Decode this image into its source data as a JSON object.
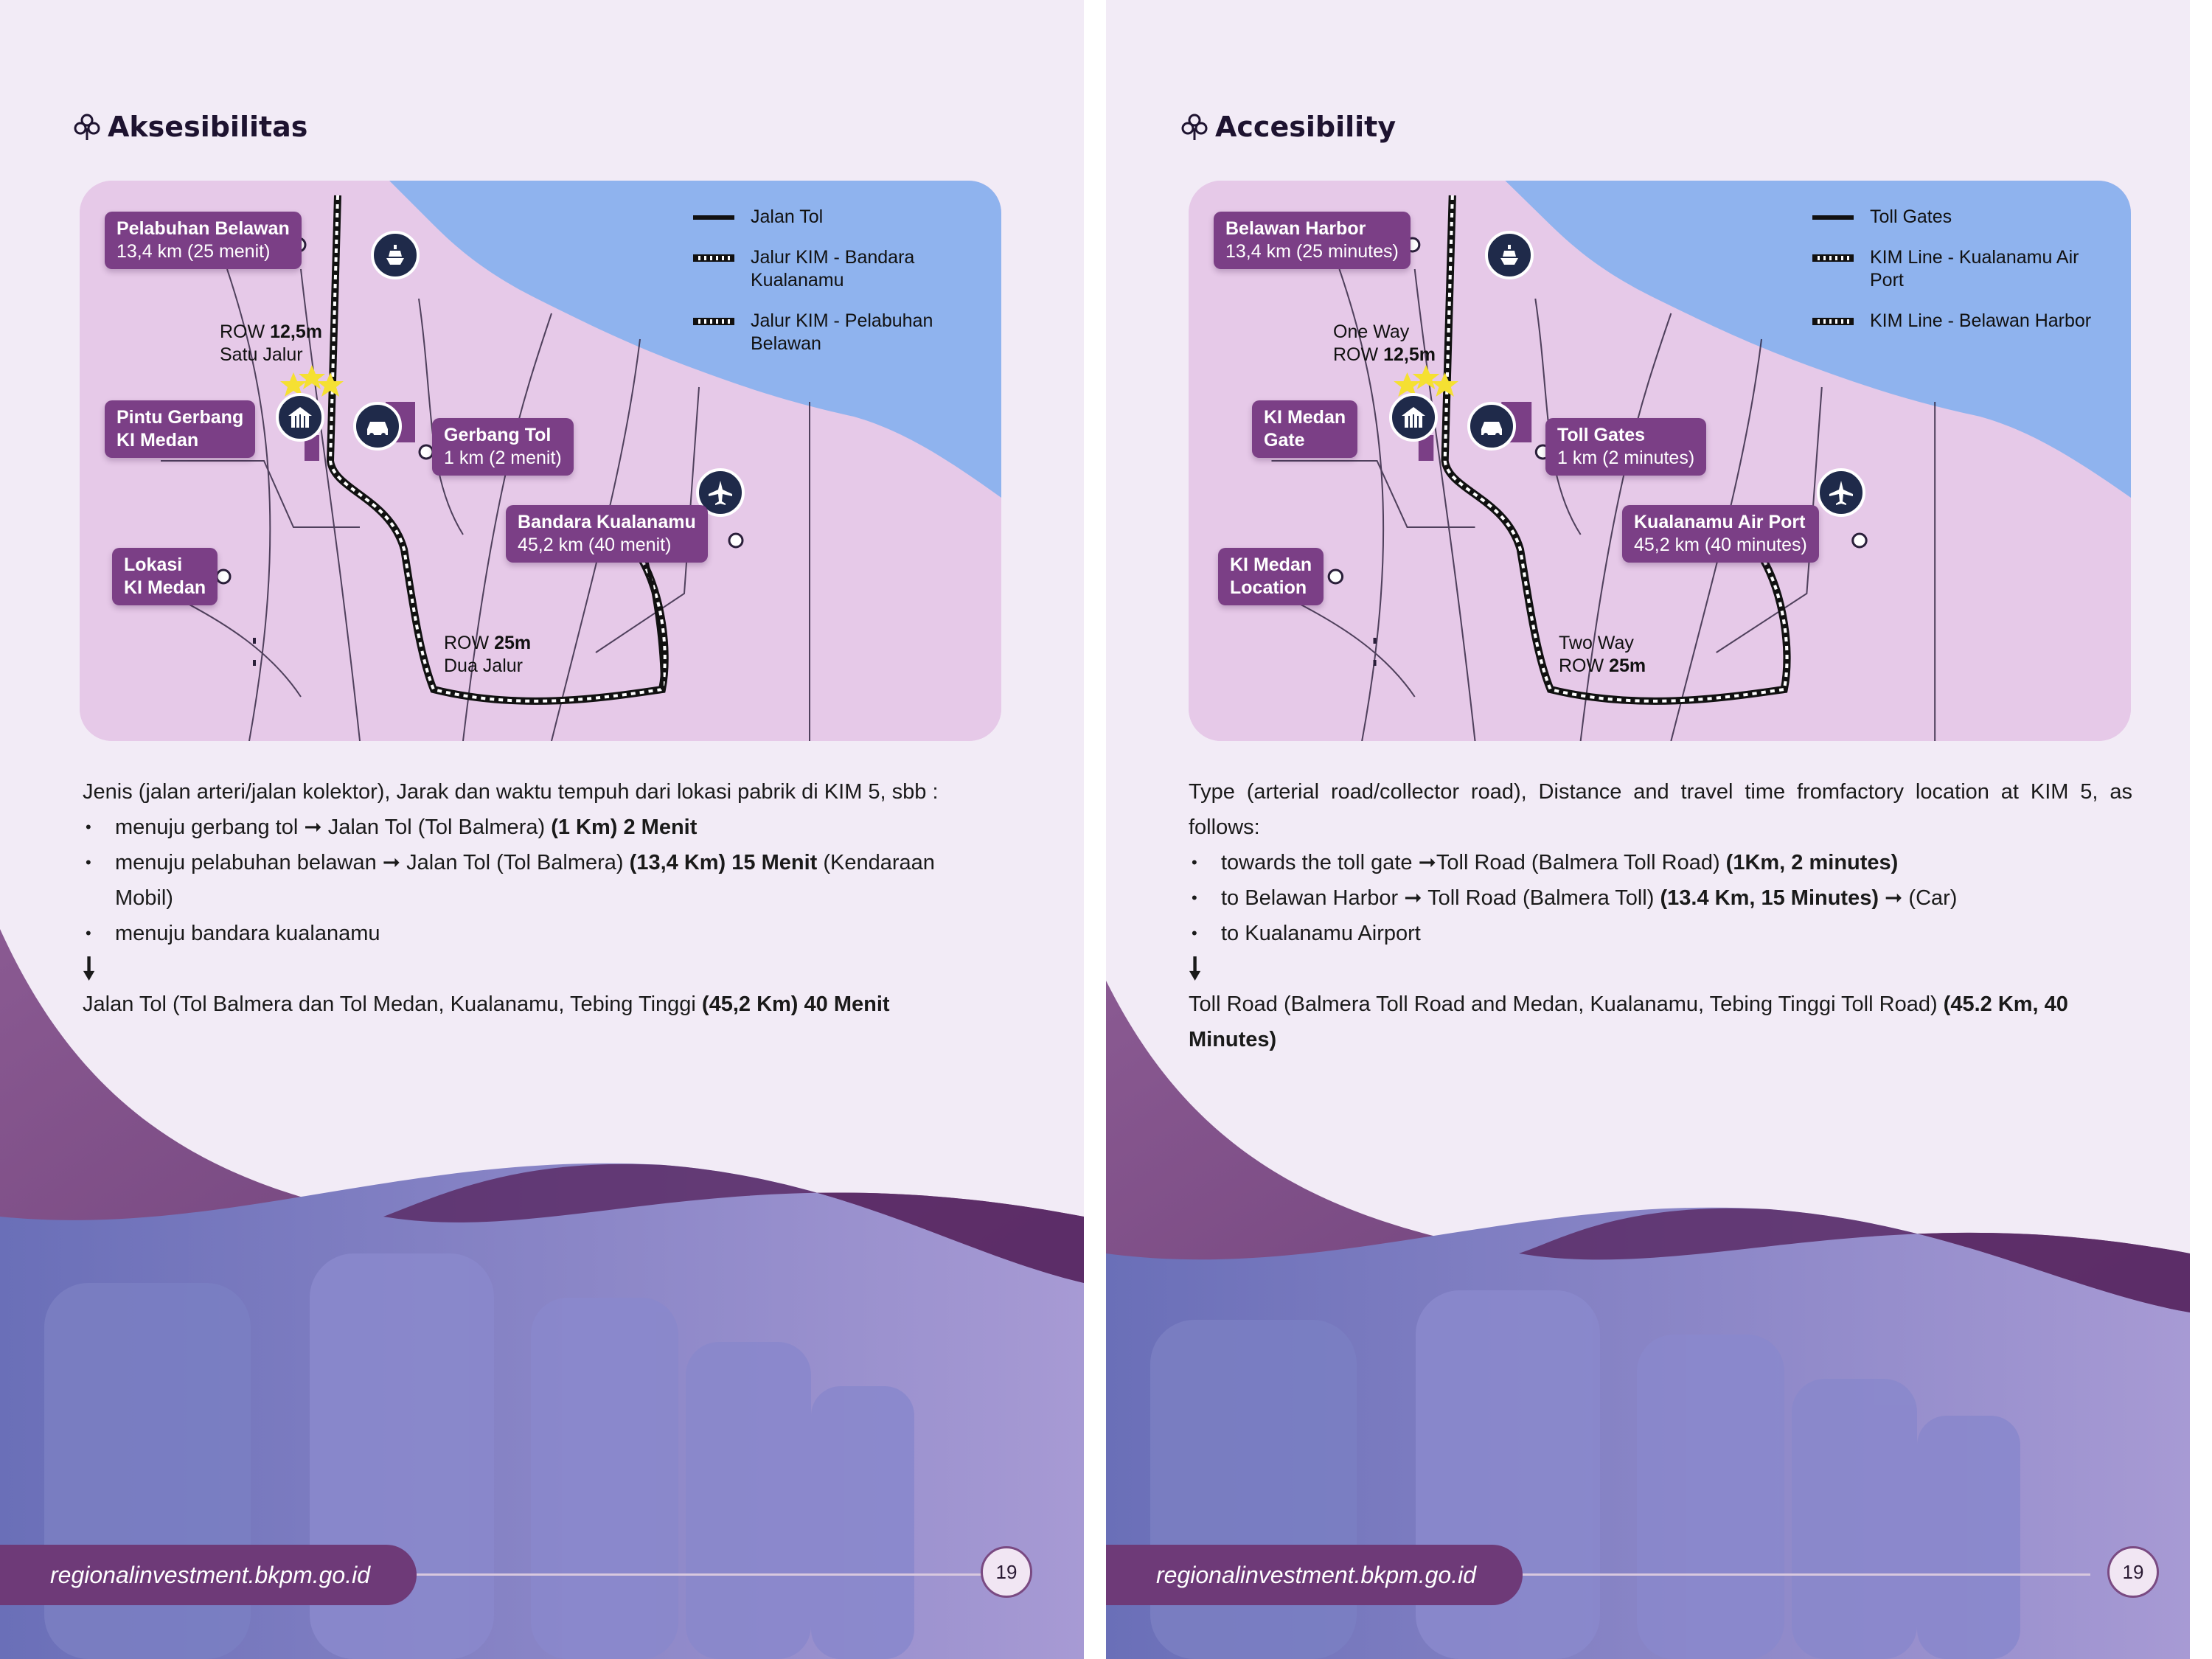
{
  "colors": {
    "page_bg": "#f2ebf6",
    "label_purple": "#7b3f86",
    "sea_blue": "#8fb3ee",
    "land": "#e6c9e8",
    "icon_navy": "#1f2a4a",
    "footer_purple": "#6e3a78"
  },
  "left": {
    "title": "Aksesibilitas",
    "legend": {
      "toll": "Jalan Tol",
      "kim_airport": "Jalur KIM - Bandara Kualanamu",
      "kim_harbor": "Jalur KIM - Pelabuhan Belawan"
    },
    "labels": {
      "harbor": {
        "name": "Pelabuhan Belawan",
        "dist": "13,4 km (25 menit)"
      },
      "gate": {
        "name": "Pintu Gerbang",
        "name2": "KI Medan"
      },
      "location": {
        "name": "Lokasi",
        "name2": "KI Medan"
      },
      "tollgate": {
        "name": "Gerbang Tol",
        "dist": "1 km (2 menit)"
      },
      "airport": {
        "name": "Bandara Kualanamu",
        "dist": "45,2 km (40 menit)"
      }
    },
    "row1": {
      "l1a": "ROW",
      "l1b": "12,5m",
      "l2a": "Satu Jalur",
      "l2b": ""
    },
    "row2": {
      "l1a": "ROW",
      "l1b": "25m",
      "l2a": "Dua Jalur",
      "l2b": ""
    },
    "intro": "Jenis (jalan arteri/jalan kolektor), Jarak dan waktu tempuh dari lokasi pabrik di KIM 5, sbb :",
    "bullets": [
      {
        "a": "menuju gerbang tol ",
        "arrow": "➞",
        "b": " Jalan Tol (Tol Balmera) ",
        "bold": "(1 Km) 2 Menit",
        "c": ""
      },
      {
        "a": "menuju pelabuhan belawan ",
        "arrow": "➞",
        "b": " Jalan Tol (Tol Balmera) ",
        "bold": "(13,4 Km) 15 Menit",
        "c": " (Kendaraan Mobil)"
      },
      {
        "a": "menuju bandara kualanamu",
        "arrow": "",
        "b": "",
        "bold": "",
        "c": ""
      }
    ],
    "down": "🠗",
    "closing": "Jalan Tol (Tol Balmera dan Tol Medan, Kualanamu, Tebing Tinggi ",
    "closing_bold": " (45,2 Km) 40 Menit",
    "footer": "regionalinvestment.bkpm.go.id",
    "page": "19"
  },
  "right": {
    "title": "Accesibility",
    "legend": {
      "toll": "Toll Gates",
      "kim_airport": "KIM Line - Kualanamu Air Port",
      "kim_harbor": "KIM Line - Belawan Harbor"
    },
    "labels": {
      "harbor": {
        "name": "Belawan Harbor",
        "dist": "13,4 km (25 minutes)"
      },
      "gate": {
        "name": "KI Medan",
        "name2": "Gate"
      },
      "location": {
        "name": "KI Medan",
        "name2": "Location"
      },
      "tollgate": {
        "name": "Toll Gates",
        "dist": "1 km (2 minutes)"
      },
      "airport": {
        "name": "Kualanamu Air Port",
        "dist": "45,2 km (40 minutes)"
      }
    },
    "row1": {
      "l1a": "One Way",
      "l1b": "",
      "l2a": "ROW",
      "l2b": "12,5m"
    },
    "row2": {
      "l1a": "Two Way",
      "l1b": "",
      "l2a": "ROW",
      "l2b": "25m"
    },
    "intro": "Type (arterial road/collector road), Distance and travel time fromfactory location at KIM 5, as follows:",
    "bullets": [
      {
        "a": "towards the toll gate ",
        "arrow": "➞",
        "b": "Toll Road (Balmera Toll Road) ",
        "bold": "(1Km, 2 minutes)",
        "c": ""
      },
      {
        "a": "to Belawan Harbor ",
        "arrow": "➞",
        "b": " Toll Road (Balmera Toll) ",
        "bold": "(13.4 Km, 15 Minutes)",
        "c": " ➞ (Car)"
      },
      {
        "a": "to Kualanamu Airport",
        "arrow": "",
        "b": "",
        "bold": "",
        "c": ""
      }
    ],
    "down": "🠗",
    "closing": "Toll Road (Balmera Toll Road and Medan, Kualanamu, Tebing Tinggi Toll Road) ",
    "closing_bold": "(45.2 Km, 40 Minutes)",
    "footer": "regionalinvestment.bkpm.go.id",
    "page": "19"
  }
}
